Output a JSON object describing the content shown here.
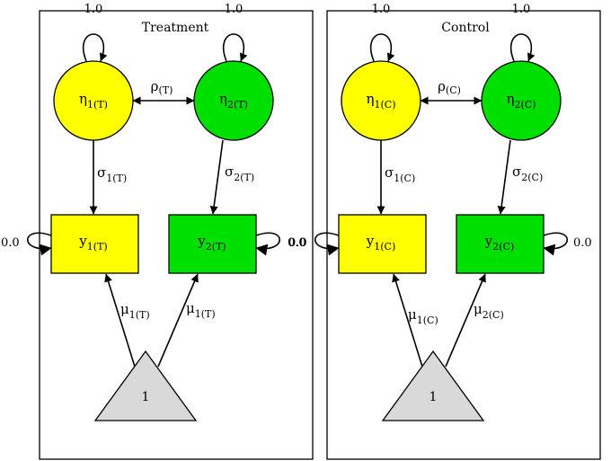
{
  "colors": {
    "eta1": "#ffff00",
    "eta2": "#00e000",
    "y1": "#ffff00",
    "y2": "#00e000",
    "constant": "#d9d9d9",
    "stroke": "#000000"
  },
  "panels": [
    {
      "title": "Treatment",
      "eta1": {
        "sym": "η",
        "sub": "1(T)"
      },
      "eta2": {
        "sym": "η",
        "sub": "2(T)"
      },
      "y1": {
        "sym": "y",
        "sub": "1(T)"
      },
      "y2": {
        "sym": "y",
        "sub": "2(T)"
      },
      "constant": "1",
      "eta1_self": "1.0",
      "eta2_self": "1.0",
      "y1_self": "0.0",
      "y2_self": "0.0",
      "rho": {
        "sym": "ρ",
        "sub": "(T)"
      },
      "sigma1": {
        "sym": "σ",
        "sub": "1(T)"
      },
      "sigma2": {
        "sym": "σ",
        "sub": "2(T)"
      },
      "mu1": {
        "sym": "μ",
        "sub": "1(T)"
      },
      "mu2": {
        "sym": "μ",
        "sub": "1(T)"
      }
    },
    {
      "title": "Control",
      "eta1": {
        "sym": "η",
        "sub": "1(C)"
      },
      "eta2": {
        "sym": "η",
        "sub": "2(C)"
      },
      "y1": {
        "sym": "y",
        "sub": "1(C)"
      },
      "y2": {
        "sym": "y",
        "sub": "2(C)"
      },
      "constant": "1",
      "eta1_self": "1.0",
      "eta2_self": "1.0",
      "y1_self": "0.0",
      "y2_self": "0.0",
      "rho": {
        "sym": "ρ",
        "sub": "(C)"
      },
      "sigma1": {
        "sym": "σ",
        "sub": "1(C)"
      },
      "sigma2": {
        "sym": "σ",
        "sub": "2(C)"
      },
      "mu1": {
        "sym": "μ",
        "sub": "1(C)"
      },
      "mu2": {
        "sym": "μ",
        "sub": "2(C)"
      }
    }
  ]
}
